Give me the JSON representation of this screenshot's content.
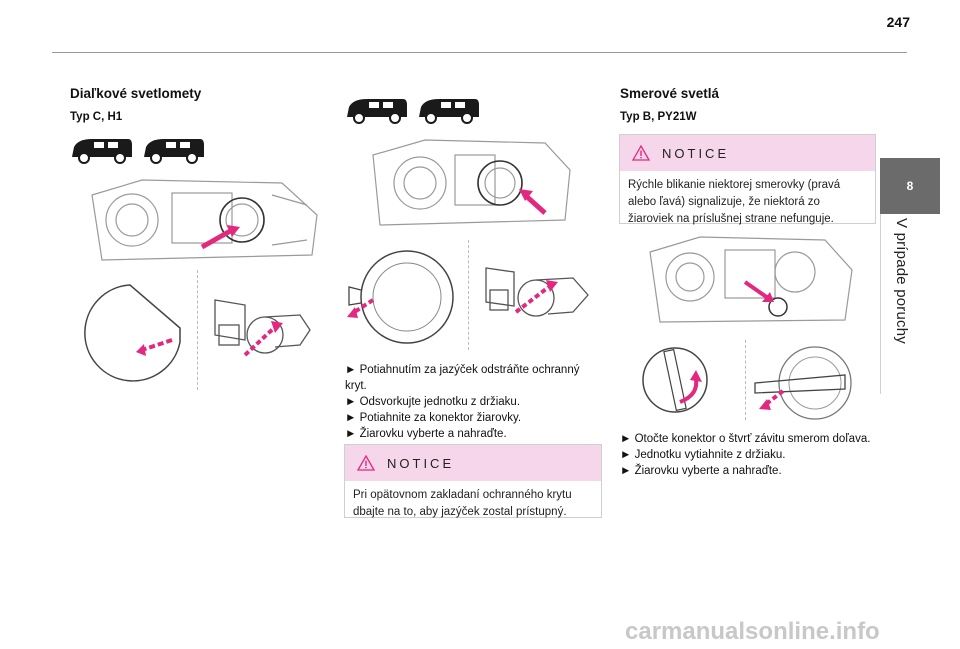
{
  "page_number": "247",
  "chapter": {
    "number": "8",
    "title": "V prípade poruchy"
  },
  "left": {
    "heading": "Diaľkové svetlomety",
    "subheading": "Typ C, H1"
  },
  "middle": {
    "instructions": [
      "► Potiahnutím za jazýček odstráňte ochranný kryt.",
      "► Odsvorkujte jednotku z držiaku.",
      "► Potiahnite za konektor žiarovky.",
      "► Žiarovku vyberte a nahraďte."
    ],
    "notice": {
      "title": "NOTICE",
      "body": "Pri opätovnom zakladaní ochranného krytu dbajte na to, aby jazýček zostal prístupný."
    }
  },
  "right": {
    "heading": "Smerové svetlá",
    "subheading": "Typ B, PY21W",
    "notice": {
      "title": "NOTICE",
      "body": "Rýchle blikanie niektorej smerovky (pravá alebo ľavá) signalizuje, že niektorá zo žiaroviek na príslušnej strane nefunguje."
    },
    "instructions": [
      "► Otočte konektor o štvrť závitu smerom doľava.",
      "► Jednotku vytiahnite z držiaku.",
      "► Žiarovku vyberte a nahraďte."
    ]
  },
  "watermark": "carmanualsonline.info",
  "colors": {
    "arrow": "#e2287f",
    "notice_header": "#f6d6ea",
    "chapter_tab": "#6b6b6b"
  }
}
